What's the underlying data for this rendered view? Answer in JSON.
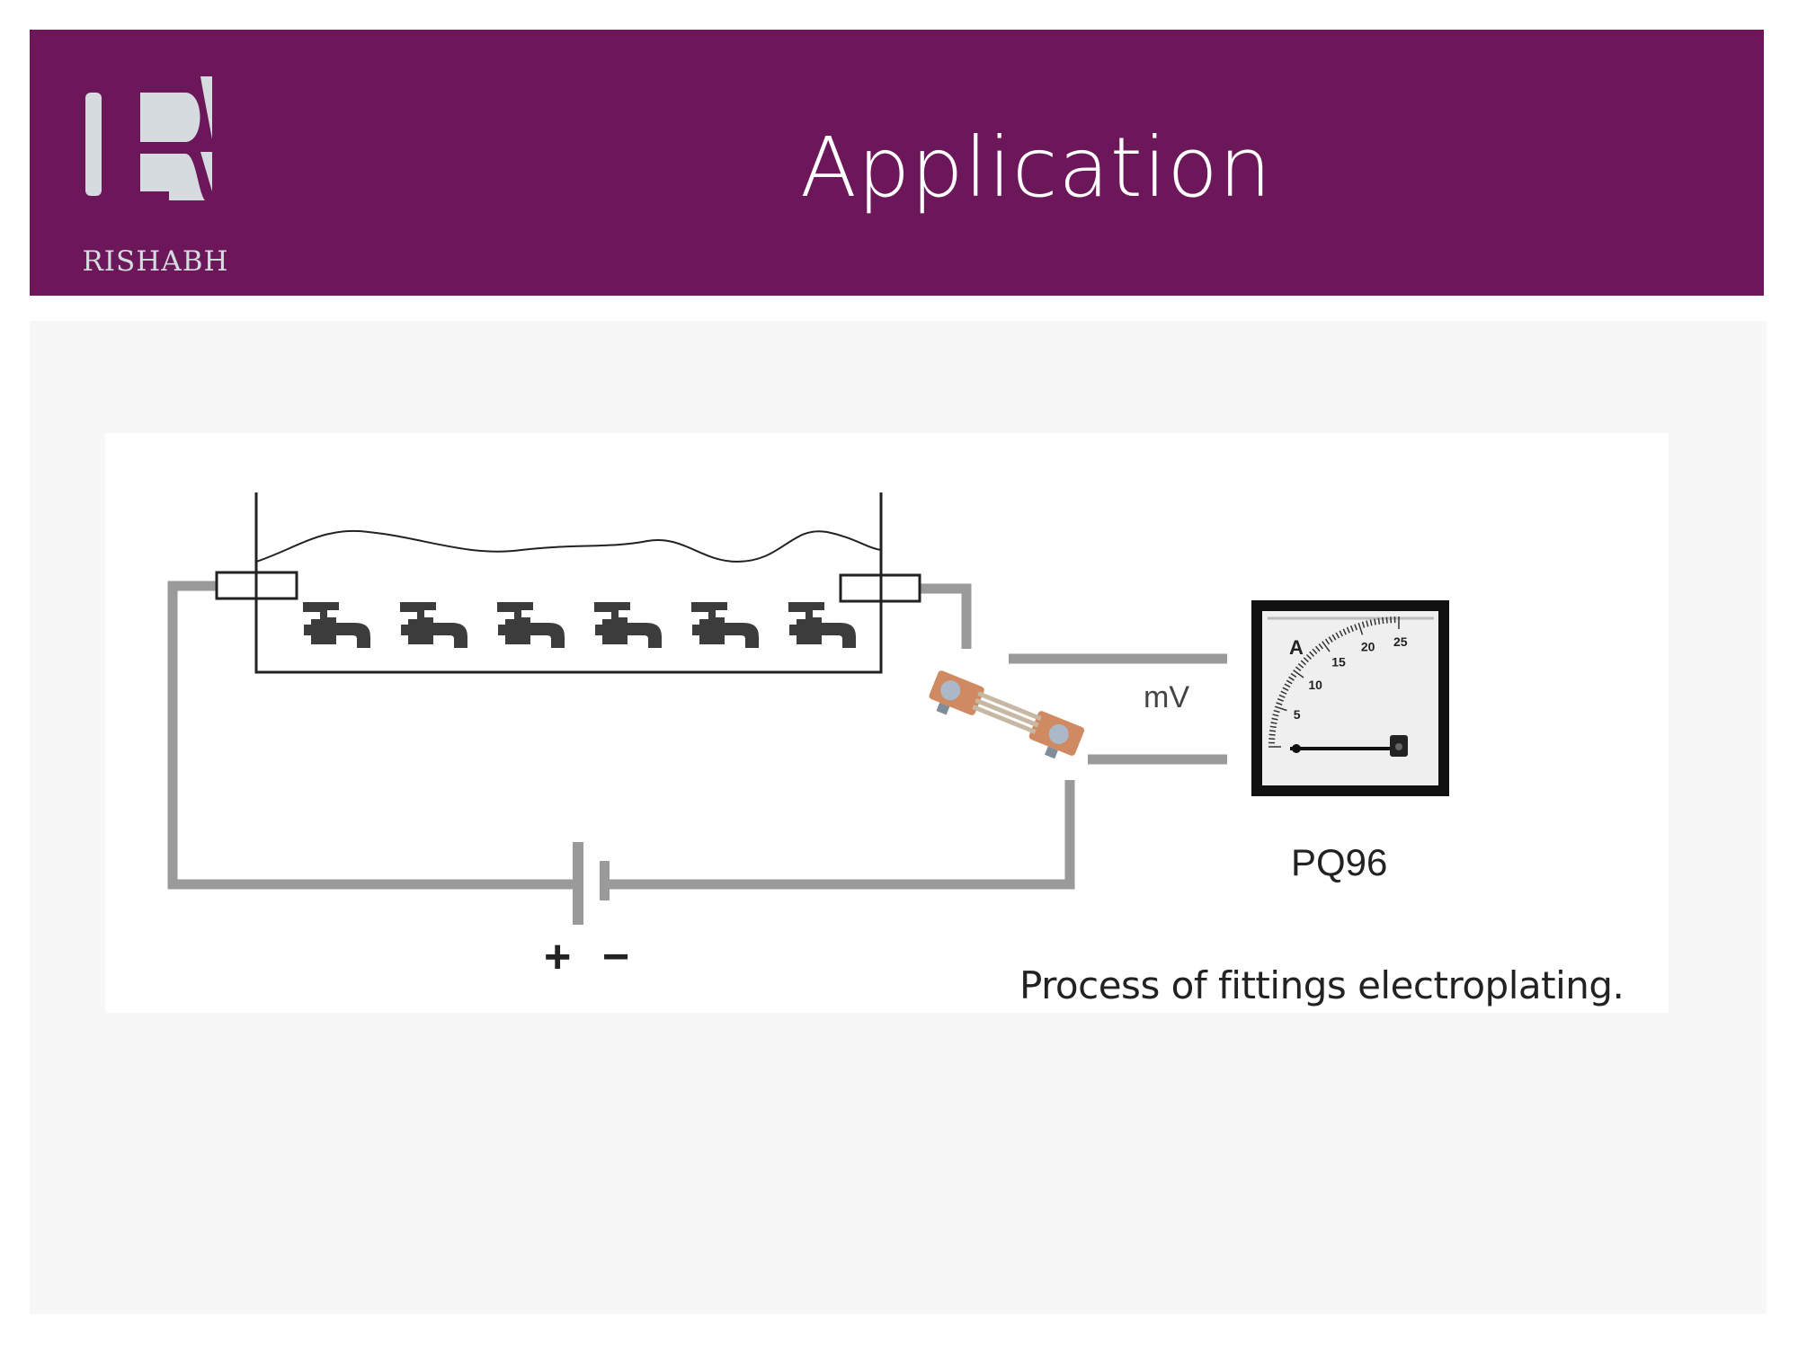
{
  "header": {
    "title": "Application",
    "brand": "RISHABH",
    "background_color": "#6d175b",
    "logo_icon": "rishabh-r-logo"
  },
  "diagram": {
    "caption": "Process of fittings electroplating.",
    "meter_label": "PQ96",
    "signal_label": "mV",
    "battery_positive": "+",
    "battery_negative": "−",
    "meter": {
      "unit": "A",
      "scale_ticks": [
        "5",
        "10",
        "15",
        "20",
        "25"
      ],
      "scale_max": 25,
      "needle_value": 0
    },
    "fittings_count": 6,
    "components": [
      "electroplating-tank",
      "anode",
      "cathode",
      "shunt",
      "dc-power-supply",
      "ammeter"
    ]
  }
}
